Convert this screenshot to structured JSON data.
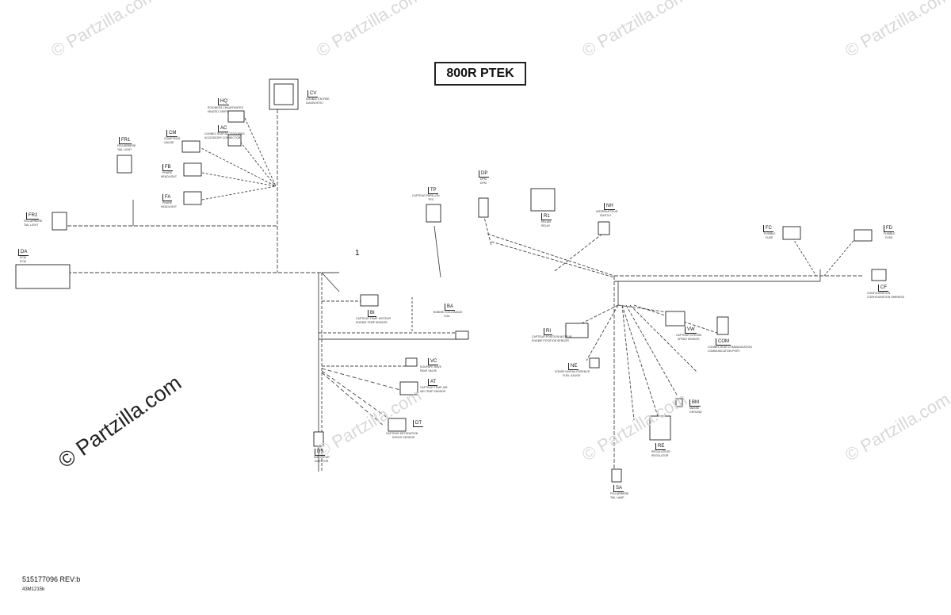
{
  "title": "800R PTEK",
  "callout_number": "1",
  "footer": {
    "part_number": "515177096 REV:b",
    "drawing_id": "43M1215b"
  },
  "watermark": {
    "small": "© Partzilla.com",
    "large": "© Partzilla.com"
  },
  "connectors": {
    "HQ": {
      "code": "HQ",
      "desc1": "POIGNEES CHAUFFANTES",
      "desc2": "HEATED GRIPS"
    },
    "CV": {
      "code": "CV",
      "desc1": "DOUBLE ENTRÉE",
      "desc2": "DIAGNOSTIC"
    },
    "AC": {
      "code": "AC",
      "desc1": "CONNECTEUR ACCESSOIRES",
      "desc2": "ACCESSORY CONNECTOR"
    },
    "CM": {
      "code": "CM",
      "desc1": "COMPTEUR",
      "desc2": "GAUGE"
    },
    "FR1": {
      "code": "FR1",
      "desc1": "FEU ARRIÈRE",
      "desc2": "TAIL LIGHT"
    },
    "FB": {
      "code": "FB",
      "desc1": "PHARE",
      "desc2": "HEADLIGHT"
    },
    "FA": {
      "code": "FA",
      "desc1": "PHARE",
      "desc2": "HEADLIGHT"
    },
    "FR2": {
      "code": "FR2",
      "desc1": "FEU ARRIÈRE",
      "desc2": "TAIL LIGHT"
    },
    "DA": {
      "code": "DA",
      "desc1": "ECM",
      "desc2": "ECM"
    },
    "TP": {
      "code": "TP",
      "desc1": "CAPTEUR PAPILLON",
      "desc2": "TPS"
    },
    "DP": {
      "code": "DP",
      "desc1": "DPM",
      "desc2": "DPM"
    },
    "R1": {
      "code": "R1",
      "desc1": "RELAIS",
      "desc2": "RELAY"
    },
    "NH": {
      "code": "NH",
      "desc1": "INTERRUPTEUR",
      "desc2": "SWITCH"
    },
    "FC": {
      "code": "FC",
      "desc1": "FUSIBLE",
      "desc2": "FUSE"
    },
    "FD": {
      "code": "FD",
      "desc1": "FUSIBLE",
      "desc2": "FUSE"
    },
    "CF": {
      "code": "CF",
      "desc1": "CONFIGURATION",
      "desc2": "CONFIGURATION HARNESS"
    },
    "BI": {
      "code": "BI",
      "desc1": "CAPTEUR TEMP. MOTEUR",
      "desc2": "ENGINE TEMP SENSOR"
    },
    "BA": {
      "code": "BA",
      "desc1": "BOBINE D'ALLUMAGE",
      "desc2": "COIL"
    },
    "RI": {
      "code": "RI",
      "desc1": "CAPTEUR POSITION MOTEUR",
      "desc2": "ENGINE POSITION SENSOR"
    },
    "VW": {
      "code": "VW",
      "desc1": "CAPTEUR VITESSE",
      "desc2": "SPEED SENSOR"
    },
    "VC": {
      "code": "VC",
      "desc1": "SOUPAPE RAVE",
      "desc2": "RAVE VALVE"
    },
    "AT": {
      "code": "AT",
      "desc1": "CAPTEUR TEMP. AIR",
      "desc2": "AIR TEMP SENSOR"
    },
    "COM": {
      "code": "COM",
      "desc1": "CONNECTEUR COMMUNICATION",
      "desc2": "COMMUNICATION PORT"
    },
    "NE": {
      "code": "NE",
      "desc1": "SONDE NIVEAU ESSENCE",
      "desc2": "FUEL GAUGE"
    },
    "BM": {
      "code": "BM",
      "desc1": "MASSE",
      "desc2": "GROUND"
    },
    "DT": {
      "code": "DT",
      "desc1": "CAPTEUR DETONATION",
      "desc2": "KNOCK SENSOR"
    },
    "DS": {
      "code": "DS",
      "desc1": "INJECTEUR",
      "desc2": "INJECTOR"
    },
    "RE": {
      "code": "RE",
      "desc1": "RÉGULATEUR",
      "desc2": "REGULATOR"
    },
    "SA": {
      "code": "SA",
      "desc1": "FEU ARRIÈRE",
      "desc2": "TAIL LAMP"
    }
  }
}
